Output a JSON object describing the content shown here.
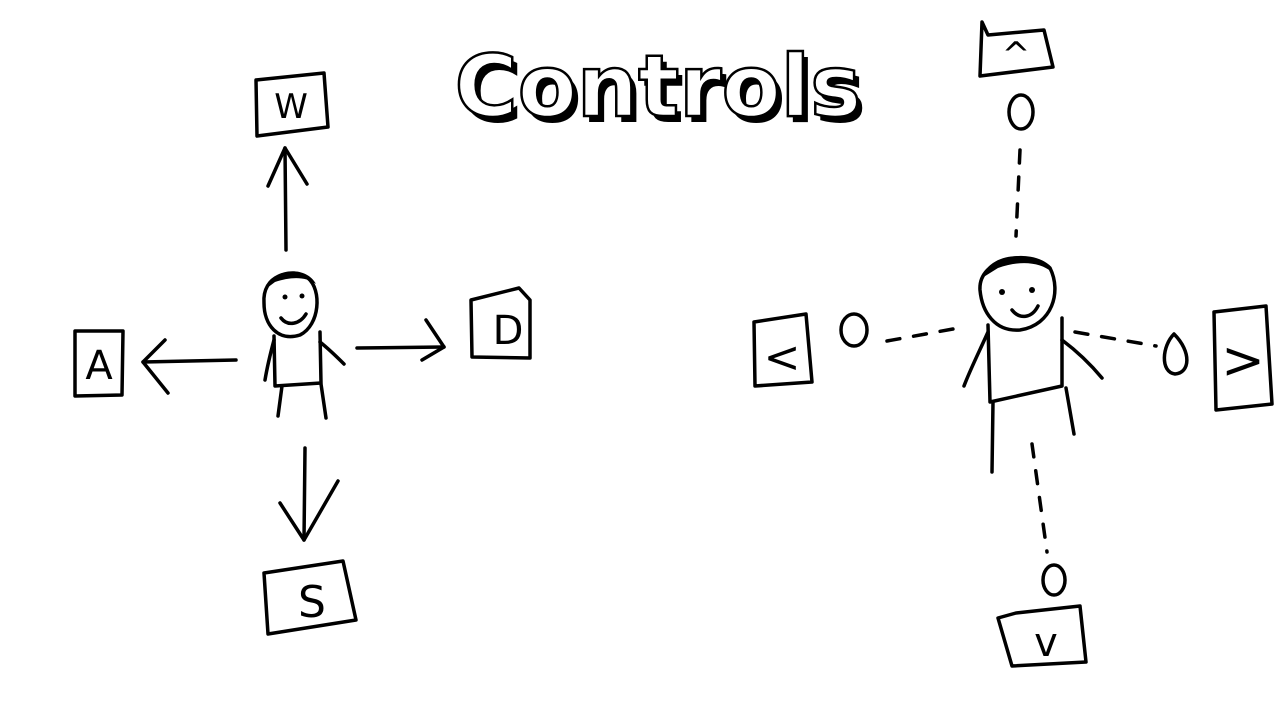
{
  "title": "Controls",
  "movement_keys": {
    "up": "W",
    "left": "A",
    "right": "D",
    "down": "S"
  },
  "arrow_keys": {
    "up": "^",
    "left": "<",
    "right": ">",
    "down": "v"
  },
  "icons": {
    "player": "stick-figure-icon",
    "movement_arrow": "arrow-icon",
    "bubble": "circle-icon"
  },
  "colors": {
    "ink": "#000000",
    "background": "#ffffff"
  }
}
